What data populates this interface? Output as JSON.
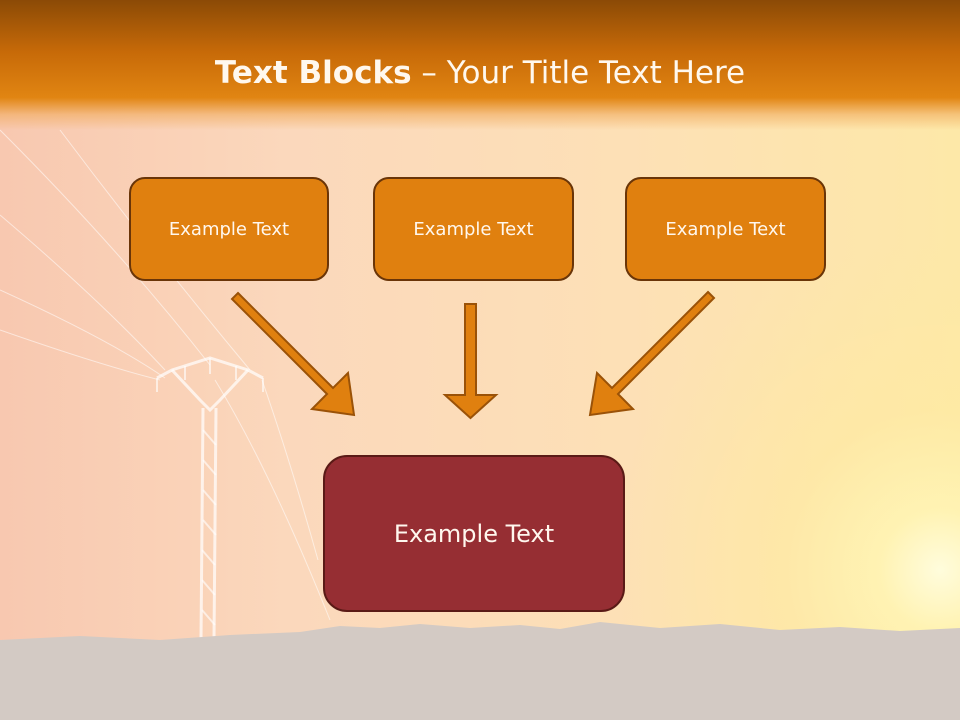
{
  "colors": {
    "header_orange": "#e0800f",
    "block_orange": "#e0800f",
    "result_red": "#962e33",
    "outline_brown": "#6a3508"
  },
  "slide": {
    "title_bold": "Text Blocks",
    "title_separator": " – ",
    "title_rest": "Your Title Text Here"
  },
  "blocks": [
    {
      "label": "Example Text"
    },
    {
      "label": "Example Text"
    },
    {
      "label": "Example Text"
    }
  ],
  "result": {
    "label": "Example Text"
  },
  "arrows": [
    "arrow-down-right-icon",
    "arrow-down-icon",
    "arrow-down-left-icon"
  ],
  "background": {
    "image": "power-line-tower-sunset-icon"
  }
}
